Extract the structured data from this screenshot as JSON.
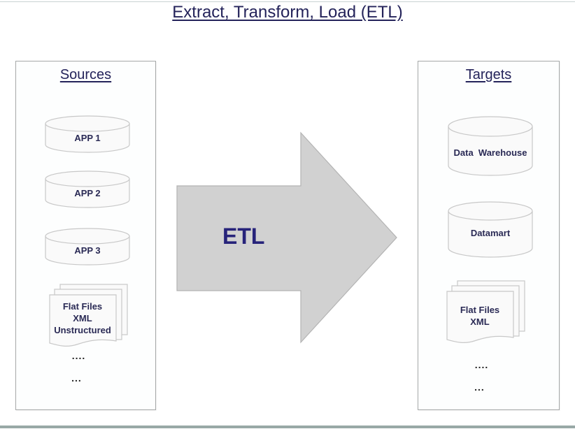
{
  "title": "Extract, Transform, Load (ETL)",
  "sources": {
    "heading": "Sources",
    "items": [
      {
        "type": "database",
        "label": "APP 1"
      },
      {
        "type": "database",
        "label": "APP 2"
      },
      {
        "type": "database",
        "label": "APP 3"
      },
      {
        "type": "documents",
        "lines": [
          "Flat Files",
          "XML",
          "Unstructured"
        ]
      }
    ],
    "ellipsis": [
      "....",
      "..."
    ]
  },
  "process": {
    "label": "ETL",
    "arrow_color": "#d1d1d1"
  },
  "targets": {
    "heading": "Targets",
    "items": [
      {
        "type": "database",
        "label": "Data  Warehouse"
      },
      {
        "type": "database",
        "label": "Datamart"
      },
      {
        "type": "documents",
        "lines": [
          "Flat Files",
          "XML"
        ]
      }
    ],
    "ellipsis": [
      "....",
      "..."
    ]
  },
  "colors": {
    "text": "#24235a",
    "shape_stroke": "#c8c8c8",
    "shape_fill": "#fafafa",
    "panel_border": "#a5a8a8"
  }
}
